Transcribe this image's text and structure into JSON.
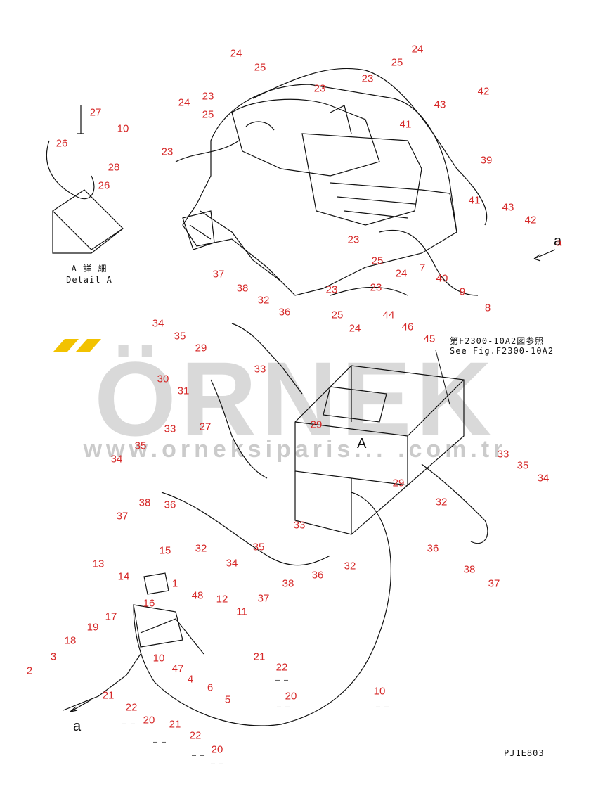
{
  "watermark": {
    "brand": "ÖRNEK",
    "url": "www.orneksiparis... .com.tr",
    "accent_color": "#f2c200"
  },
  "detail": {
    "caption_jp": "A 詳 細",
    "caption_en": "Detail A"
  },
  "reference": {
    "line_jp": "第F2300-10A2図参照",
    "line_en": "See Fig.F2300-10A2"
  },
  "view_mark": "A",
  "arrow_label_top": "a",
  "arrow_label_bottom": "a",
  "drawing_code": "PJ1E803",
  "callouts": [
    "24",
    "25",
    "24",
    "25",
    "42",
    "23",
    "23",
    "23",
    "43",
    "24",
    "25",
    "41",
    "23",
    "39",
    "23",
    "27",
    "10",
    "26",
    "28",
    "26",
    "41",
    "43",
    "42",
    "a",
    "7",
    "40",
    "23",
    "25",
    "24",
    "9",
    "8",
    "23",
    "25",
    "24",
    "44",
    "46",
    "45",
    "37",
    "38",
    "32",
    "34",
    "35",
    "36",
    "29",
    "33",
    "30",
    "31",
    "27",
    "29",
    "33",
    "35",
    "34",
    "38",
    "36",
    "37",
    "15",
    "32",
    "33",
    "35",
    "34",
    "36",
    "32",
    "38",
    "37",
    "33",
    "35",
    "34",
    "29",
    "32",
    "36",
    "38",
    "37",
    "13",
    "14",
    "1",
    "16",
    "17",
    "48",
    "12",
    "11",
    "19",
    "18",
    "10",
    "47",
    "4",
    "6",
    "5",
    "3",
    "2",
    "21",
    "22",
    "21",
    "22",
    "20",
    "21",
    "22",
    "20",
    "20",
    "10"
  ],
  "colors": {
    "callout": "#d62828",
    "ink": "#111111"
  }
}
